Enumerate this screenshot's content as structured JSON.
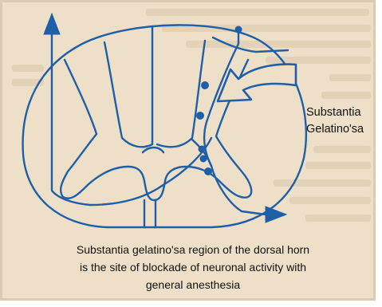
{
  "label": {
    "line1": "Substantia",
    "line2": "Gelatino'sa"
  },
  "caption": {
    "line1": "Substantia gelatino'sa region of the dorsal horn",
    "line2": "is the site of blockade of neuronal activity with",
    "line3": "general anesthesia"
  },
  "colors": {
    "ink": "#1f5fa8",
    "background": "#eee0c8",
    "ghost_text": "#d7c7ab"
  },
  "icons": {
    "incoming_arrow": "large-curved-arrow-icon",
    "ascending_arrow": "up-arrow-icon",
    "outgoing_arrow": "right-arrow-icon"
  }
}
